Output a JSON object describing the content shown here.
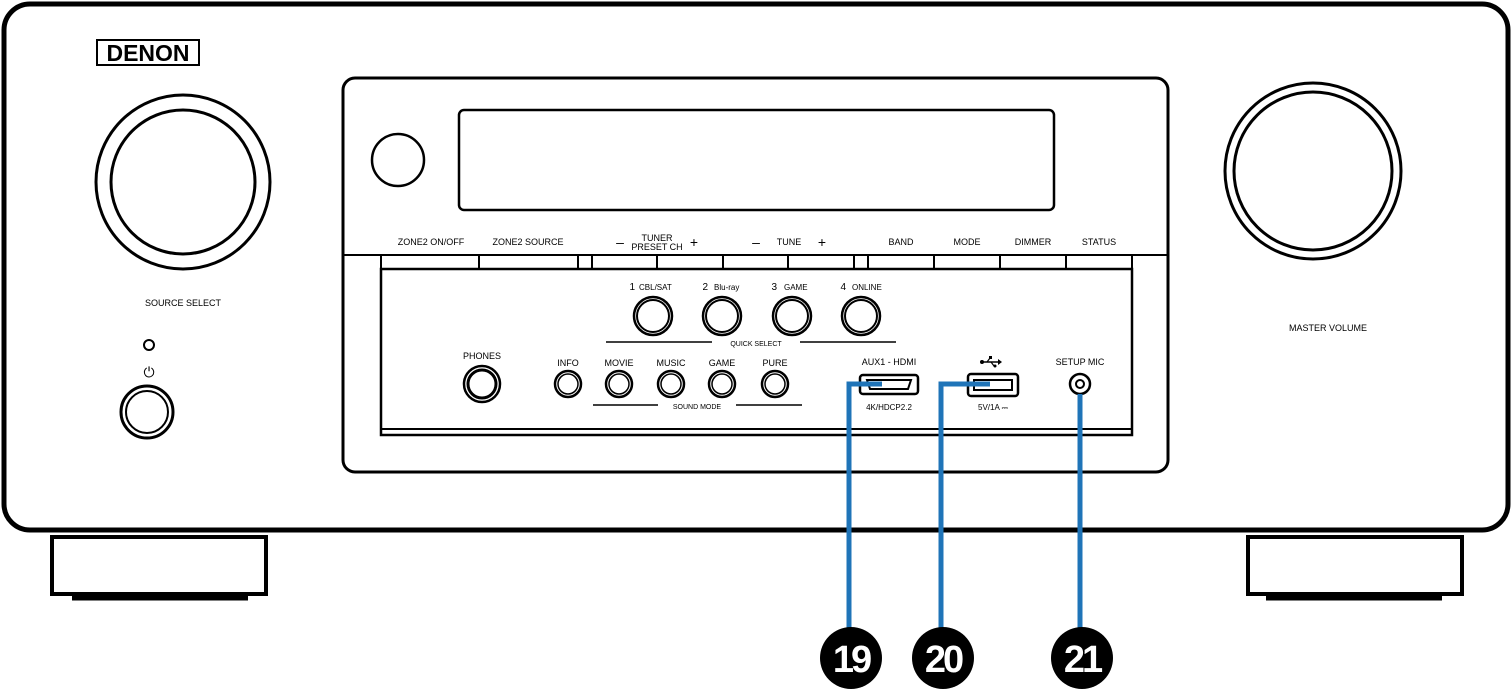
{
  "brand": "DENON",
  "knobs": {
    "source_select": "SOURCE SELECT",
    "master_volume": "MASTER VOLUME"
  },
  "power_symbol": "⏻",
  "top_buttons": {
    "zone2_onoff": "ZONE2 ON/OFF",
    "zone2_source": "ZONE2 SOURCE",
    "tuner_line1": "TUNER",
    "tuner_line2": "PRESET CH",
    "tune": "TUNE",
    "minus": "–",
    "plus": "+",
    "band": "BAND",
    "mode": "MODE",
    "dimmer": "DIMMER",
    "status": "STATUS"
  },
  "quick_select": {
    "label": "QUICK SELECT",
    "items": [
      {
        "num": "1",
        "name": "CBL/SAT"
      },
      {
        "num": "2",
        "name": "Blu-ray"
      },
      {
        "num": "3",
        "name": "GAME"
      },
      {
        "num": "4",
        "name": "ONLINE"
      }
    ]
  },
  "phones": "PHONES",
  "info": "INFO",
  "sound_mode": {
    "label": "SOUND MODE",
    "items": [
      "MOVIE",
      "MUSIC",
      "GAME",
      "PURE"
    ]
  },
  "hdmi": {
    "label": "AUX1 - HDMI",
    "sub": "4K/HDCP2.2"
  },
  "usb": {
    "sub": "5V/1A ⎓"
  },
  "setup_mic": "SETUP MIC",
  "callouts": [
    "19",
    "20",
    "21"
  ]
}
